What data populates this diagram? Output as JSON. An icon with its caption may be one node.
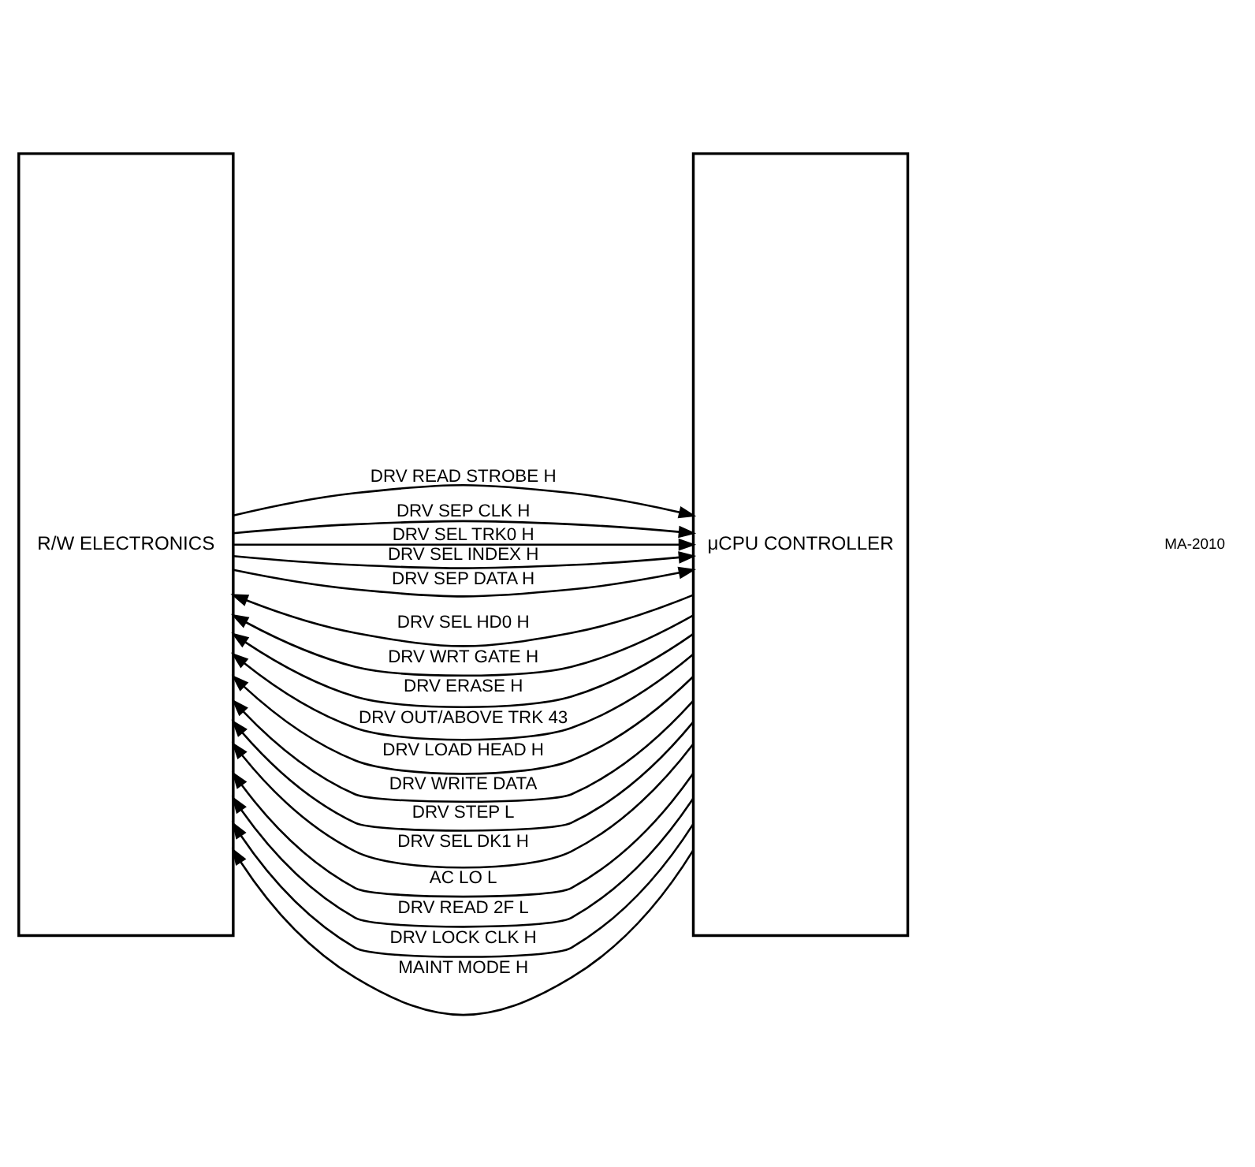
{
  "diagram": {
    "nodes": [
      {
        "text": [
          "R/W ELECTRONICS"
        ]
      },
      {
        "text": [
          "μCPU CONTROLLER"
        ]
      }
    ],
    "edges": [
      {
        "from": 0,
        "to": 1,
        "arrow": "to",
        "label": "DRV READ STROBE H"
      },
      {
        "from": 1,
        "to": 0,
        "arrow": "to",
        "label": "DRV SEL HD0 H"
      },
      {
        "from": 0,
        "to": 1,
        "arrow": "to",
        "label": "DRV SEP CLK H"
      },
      {
        "from": 1,
        "to": 0,
        "arrow": "to",
        "label": "DRV WRT GATE H"
      },
      {
        "from": 1,
        "to": 0,
        "arrow": "to",
        "label": "DRV ERASE H"
      },
      {
        "from": 1,
        "to": 0,
        "arrow": "to",
        "label": "DRV OUT/ABOVE TRK 43"
      },
      {
        "from": 1,
        "to": 0,
        "arrow": "to",
        "label": "DRV LOAD HEAD H"
      },
      {
        "from": 1,
        "to": 0,
        "arrow": "to",
        "label": "DRV WRITE DATA"
      },
      {
        "from": 1,
        "to": 0,
        "arrow": "to",
        "label": "DRV STEP L"
      },
      {
        "from": 0,
        "to": 1,
        "arrow": "to",
        "label": "DRV SEL TRK0 H"
      },
      {
        "from": 0,
        "to": 1,
        "arrow": "to",
        "label": "DRV SEL INDEX H"
      },
      {
        "from": 0,
        "to": 1,
        "arrow": "to",
        "label": "DRV SEP DATA H"
      },
      {
        "from": 1,
        "to": 0,
        "arrow": "to",
        "label": "DRV SEL DK1 H"
      },
      {
        "from": 1,
        "to": 0,
        "arrow": "to",
        "label": "AC LO L"
      },
      {
        "from": 1,
        "to": 0,
        "arrow": "to",
        "label": "DRV READ 2F L"
      },
      {
        "from": 1,
        "to": 0,
        "arrow": "to",
        "label": "DRV LOCK CLK H"
      },
      {
        "from": 1,
        "to": 0,
        "arrow": "to",
        "label": "MAINT MODE H"
      }
    ],
    "labels": [
      "MA-2010"
    ]
  }
}
